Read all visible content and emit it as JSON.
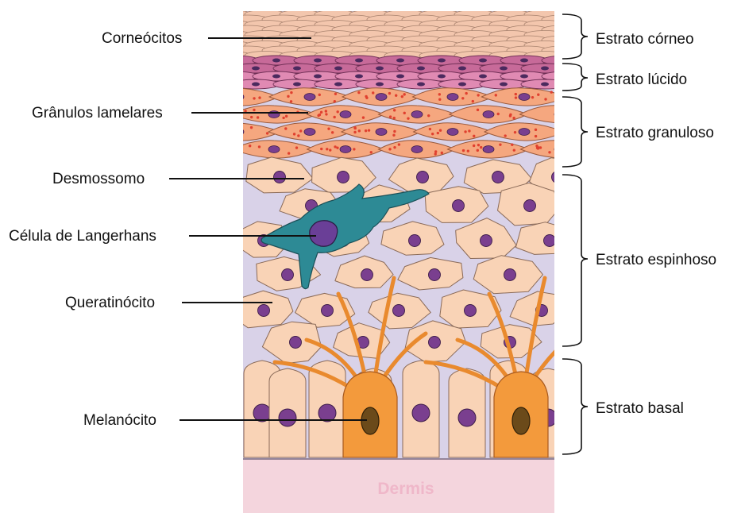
{
  "labels_left": [
    {
      "id": "corneocitos",
      "text": "Corneócitos"
    },
    {
      "id": "granulos",
      "text": "Grânulos lamelares"
    },
    {
      "id": "desmossomo",
      "text": "Desmossomo"
    },
    {
      "id": "langerhans",
      "text": "Célula de Langerhans"
    },
    {
      "id": "queratinocito",
      "text": "Queratinócito"
    },
    {
      "id": "melanocito",
      "text": "Melanócito"
    }
  ],
  "labels_right": [
    {
      "id": "corneo",
      "text": "Estrato córneo"
    },
    {
      "id": "lucido",
      "text": "Estrato lúcido"
    },
    {
      "id": "granuloso",
      "text": "Estrato granuloso"
    },
    {
      "id": "espinhoso",
      "text": "Estrato espinhoso"
    },
    {
      "id": "basal",
      "text": "Estrato basal"
    }
  ],
  "dermis_label": "Dermis",
  "colors": {
    "corneum": "#f3c6ad",
    "lucidum": "#c9608f",
    "granulosum": "#f5a77f",
    "keratinocyte": "#f9d3b6",
    "nucleus": "#7a3f8f",
    "langerhans": "#2d8a95",
    "melanocyte": "#f39a3c",
    "interstitial": "#d9d2e8",
    "dermis": "#f4d5dd"
  }
}
